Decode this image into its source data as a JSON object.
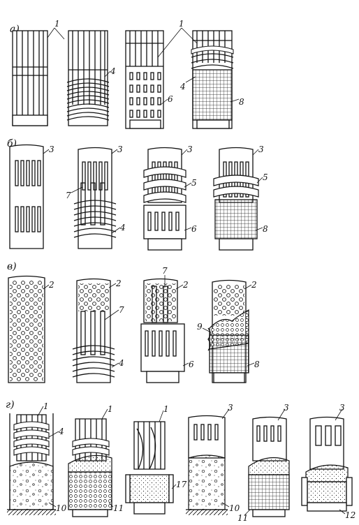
{
  "rows": [
    {
      "label": "а)",
      "numbers": [
        "1",
        "4",
        "1",
        "6",
        "4",
        "8"
      ]
    },
    {
      "label": "б)",
      "numbers": [
        "3",
        "3",
        "7",
        "4",
        "3",
        "5",
        "6",
        "3",
        "5",
        "8"
      ]
    },
    {
      "label": "в)",
      "numbers": [
        "2",
        "2",
        "7",
        "4",
        "7",
        "2",
        "6",
        "2",
        "9",
        "8"
      ]
    },
    {
      "label": "г)",
      "numbers": [
        "1",
        "4",
        "10",
        "1",
        "11",
        "1",
        "17",
        "3",
        "10",
        "3",
        "11",
        "3",
        "12"
      ]
    }
  ]
}
